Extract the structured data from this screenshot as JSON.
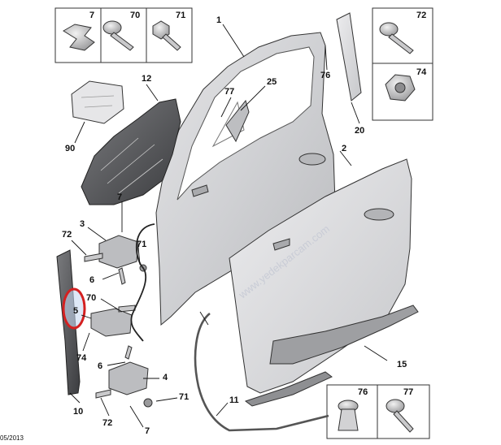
{
  "diagram": {
    "date_stamp": "05/2013",
    "watermark": "www.yedekparcam.com",
    "highlight_color": "#d42020",
    "highlighted_part": "5",
    "top_left_box": {
      "labels": [
        "7",
        "70",
        "71"
      ]
    },
    "top_right_box": {
      "labels": [
        "72",
        "74"
      ]
    },
    "bottom_right_box": {
      "labels": [
        "76",
        "77"
      ]
    },
    "callouts": {
      "c1": "1",
      "c2": "2",
      "c3": "3",
      "c4": "4",
      "c5": "5",
      "c6a": "6",
      "c6b": "6",
      "c7a": "7",
      "c7b": "7",
      "c10": "10",
      "c11": "11",
      "c12": "12",
      "c15": "15",
      "c20": "20",
      "c25": "25",
      "c70": "70",
      "c71a": "71",
      "c71b": "71",
      "c72a": "72",
      "c72b": "72",
      "c74": "74",
      "c76": "76",
      "c77a": "77",
      "c90": "90"
    }
  }
}
